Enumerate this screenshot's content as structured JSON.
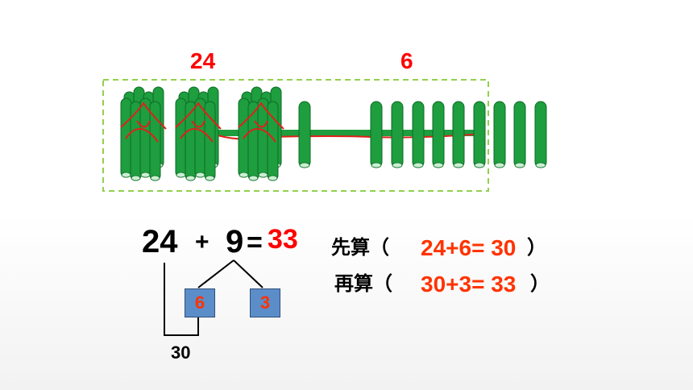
{
  "top_labels": {
    "left": "24",
    "right": "6"
  },
  "equation": {
    "a": "24",
    "plus": "+",
    "b": "9",
    "equals": "=",
    "result": "33"
  },
  "split_boxes": {
    "left": "6",
    "right": "3"
  },
  "partial_sum": "30",
  "steps": [
    {
      "label": "先算（",
      "expr": "24+6= 30",
      "close": "）"
    },
    {
      "label": "再算（",
      "expr": "30+3= 33",
      "close": "）"
    }
  ],
  "colors": {
    "stick": "#1e9e3e",
    "stick_dark": "#0d6b27",
    "string": "#e0201a",
    "dashed_box": "#92d050",
    "highlight": "#ff3300"
  }
}
